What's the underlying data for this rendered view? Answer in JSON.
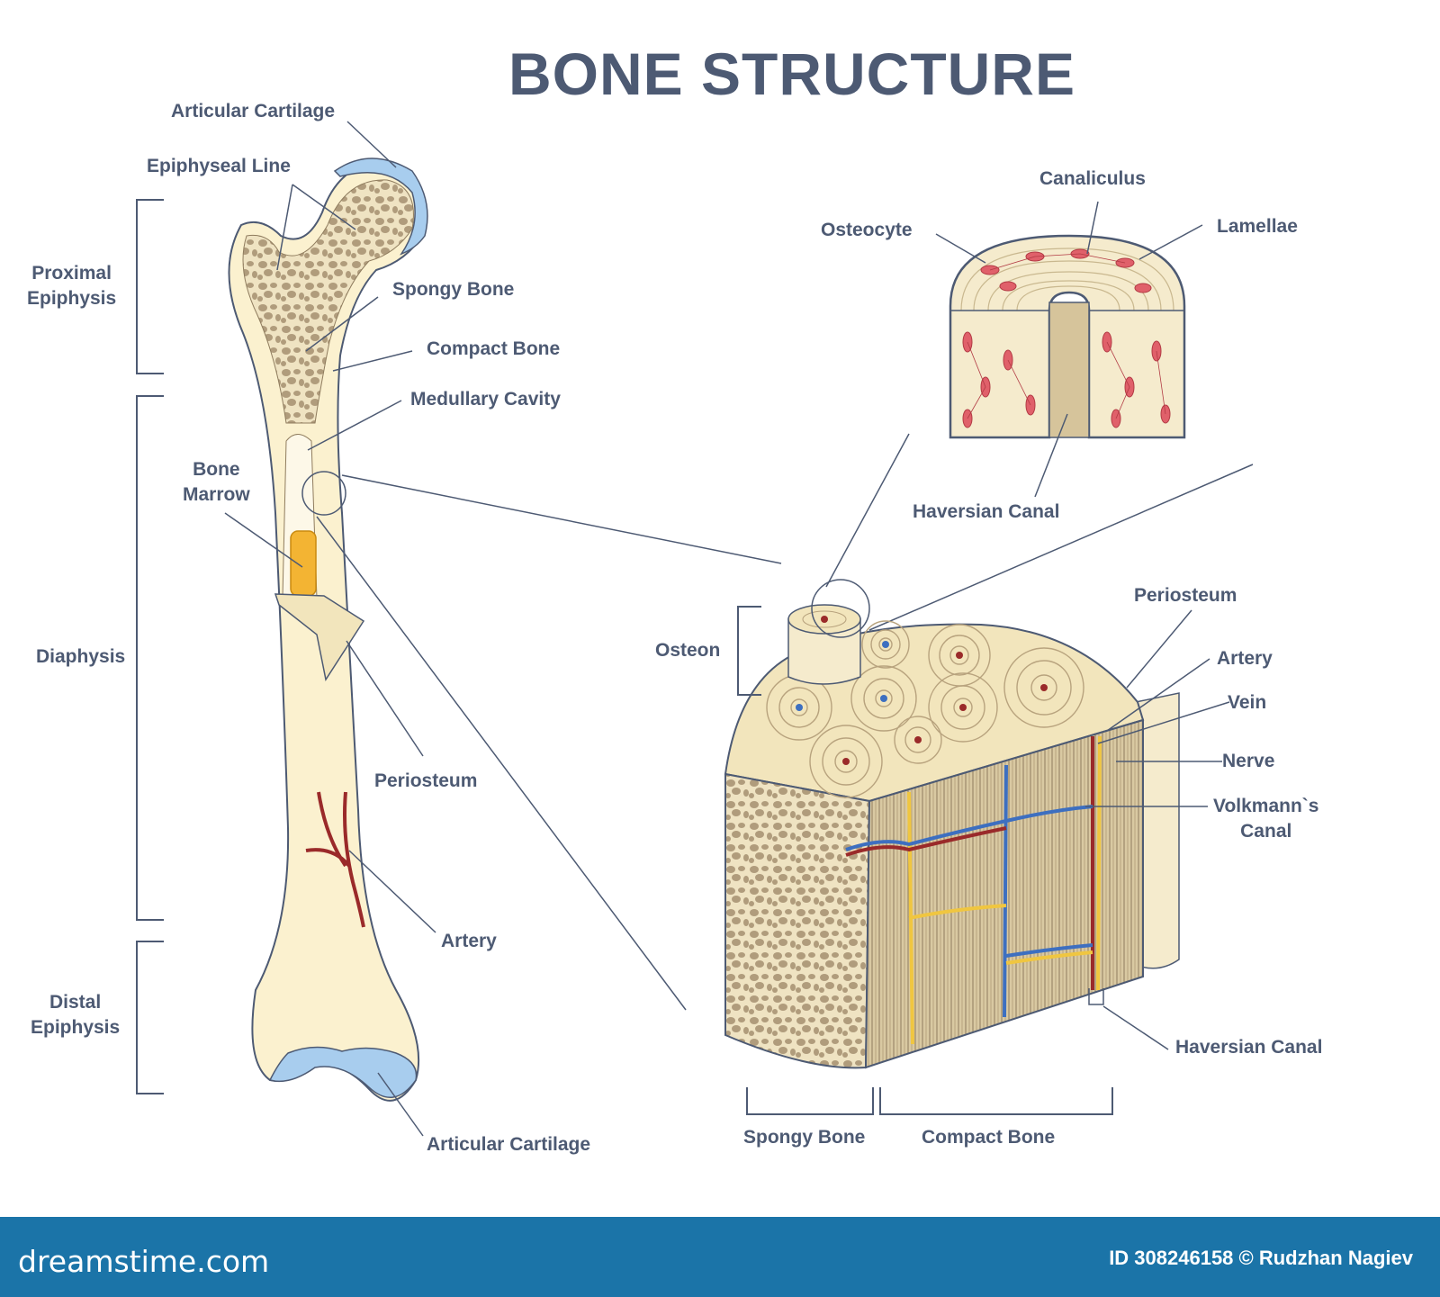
{
  "title": "BONE STRUCTURE",
  "labels": {
    "articular_cartilage_top": "Articular Cartilage",
    "epiphyseal_line": "Epiphyseal Line",
    "proximal_epiphysis": "Proximal\nEpiphysis",
    "spongy_bone_left": "Spongy Bone",
    "compact_bone_left": "Compact Bone",
    "medullary_cavity": "Medullary Cavity",
    "bone_marrow": "Bone\nMarrow",
    "diaphysis": "Diaphysis",
    "periosteum_left": "Periosteum",
    "artery_left": "Artery",
    "distal_epiphysis": "Distal\nEpiphysis",
    "articular_cartilage_bottom": "Articular Cartilage",
    "canaliculus": "Canaliculus",
    "osteocyte": "Osteocyte",
    "lamellae": "Lamellae",
    "haversian_canal_top": "Haversian Canal",
    "periosteum_right": "Periosteum",
    "osteon": "Osteon",
    "artery_right": "Artery",
    "vein": "Vein",
    "nerve": "Nerve",
    "volkmanns_canal": "Volkmann`s\nCanal",
    "haversian_canal_bottom": "Haversian Canal",
    "spongy_bone_bottom": "Spongy Bone",
    "compact_bone_bottom": "Compact Bone"
  },
  "footer": {
    "site": "dreamstime.com",
    "id": "ID 308246158 © Rudzhan Nagiev"
  },
  "colors": {
    "label": "#4d5a73",
    "bone": "#fbf1cf",
    "spongy_fill": "#b09c7c",
    "cartilage": "#a8cdee",
    "marrow": "#f3b433",
    "artery": "#9a2a2a",
    "vein": "#3d6fc0",
    "nerve": "#f0c640",
    "osteocyte": "#e0606a",
    "footer_bg": "#1b74a8"
  }
}
